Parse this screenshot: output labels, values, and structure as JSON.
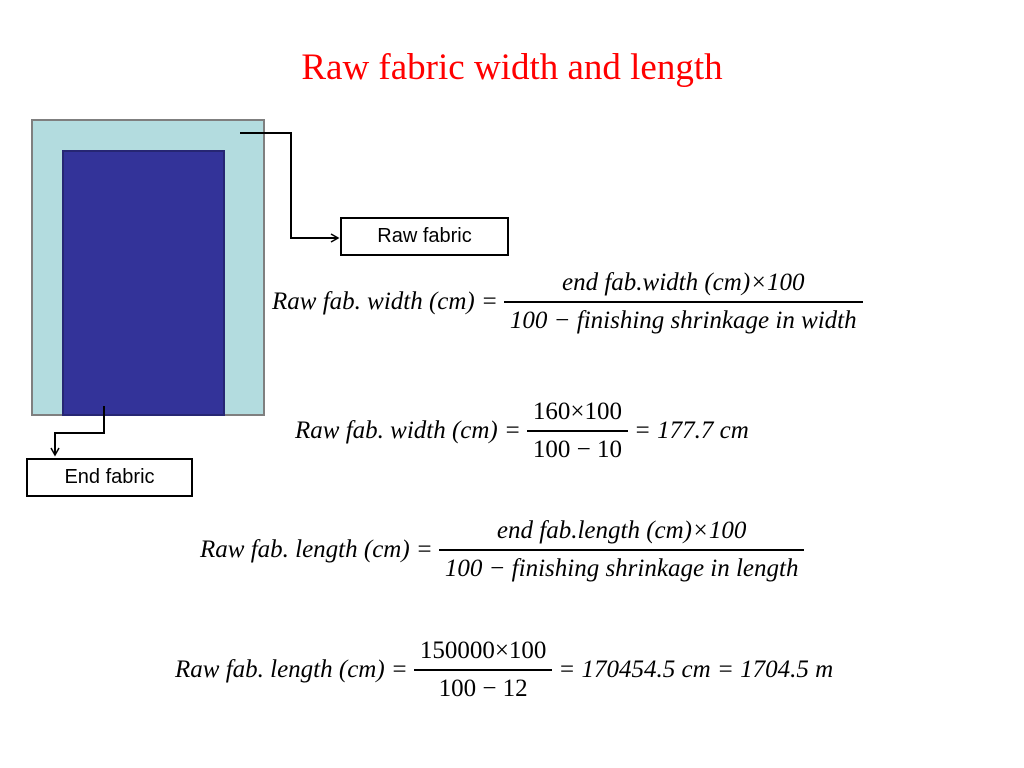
{
  "title": {
    "text": "Raw fabric width and length",
    "color": "#ff0000"
  },
  "colors": {
    "raw_fabric": "#b3dcdf",
    "end_fabric": "#333399",
    "outline": "#7f7f7f"
  },
  "labels": {
    "raw_fabric": "Raw fabric",
    "end_fabric": "End fabric"
  },
  "equations": {
    "eq1": {
      "lhs": "Raw  fab. width (cm) =",
      "numerator": "end  fab.width (cm)×100",
      "denominator": "100 − finishing shrinkage in width"
    },
    "eq2": {
      "lhs": "Raw  fab. width (cm) =",
      "numerator": "160×100",
      "denominator": "100 − 10",
      "result": "= 177.7 cm"
    },
    "eq3": {
      "lhs": "Raw  fab. length (cm) =",
      "numerator": "end  fab.length (cm)×100",
      "denominator": "100 − finishing shrinkage in length"
    },
    "eq4": {
      "lhs": "Raw  fab. length (cm) =",
      "numerator": "150000×100",
      "denominator": "100 − 12",
      "result": "= 170454.5 cm = 1704.5 m"
    }
  }
}
